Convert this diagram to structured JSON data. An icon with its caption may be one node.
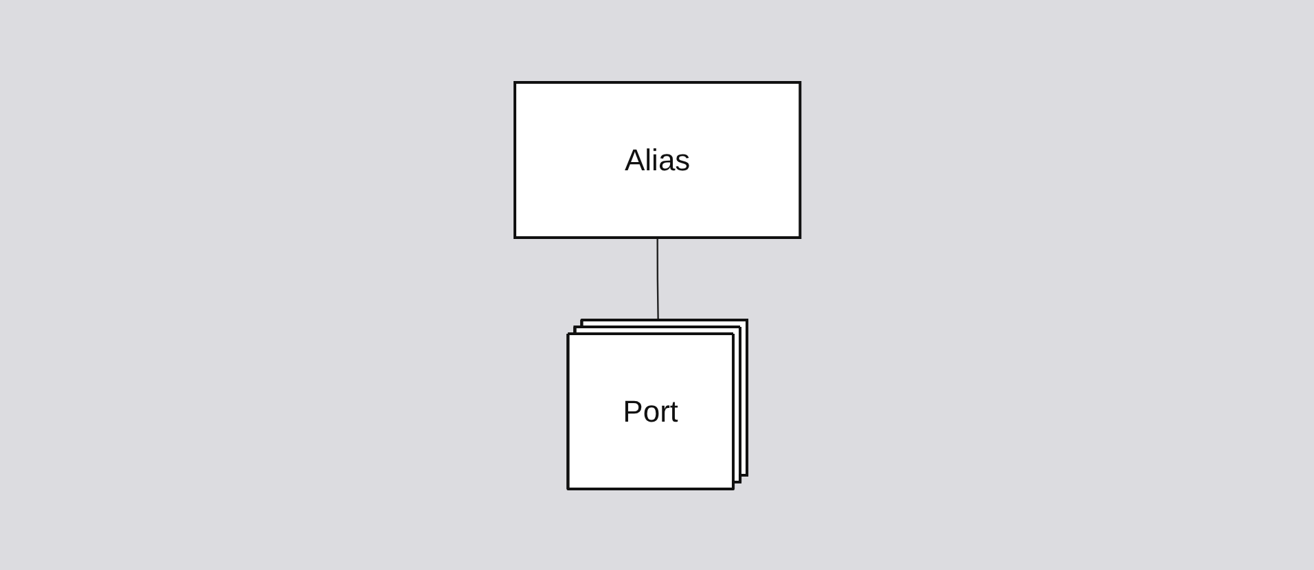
{
  "diagram": {
    "nodes": [
      {
        "text": [
          "Alias"
        ]
      },
      {
        "text": [
          "Port"
        ]
      }
    ],
    "edges": [
      {
        "from": 0,
        "to": 1,
        "arrow": "none"
      }
    ]
  }
}
